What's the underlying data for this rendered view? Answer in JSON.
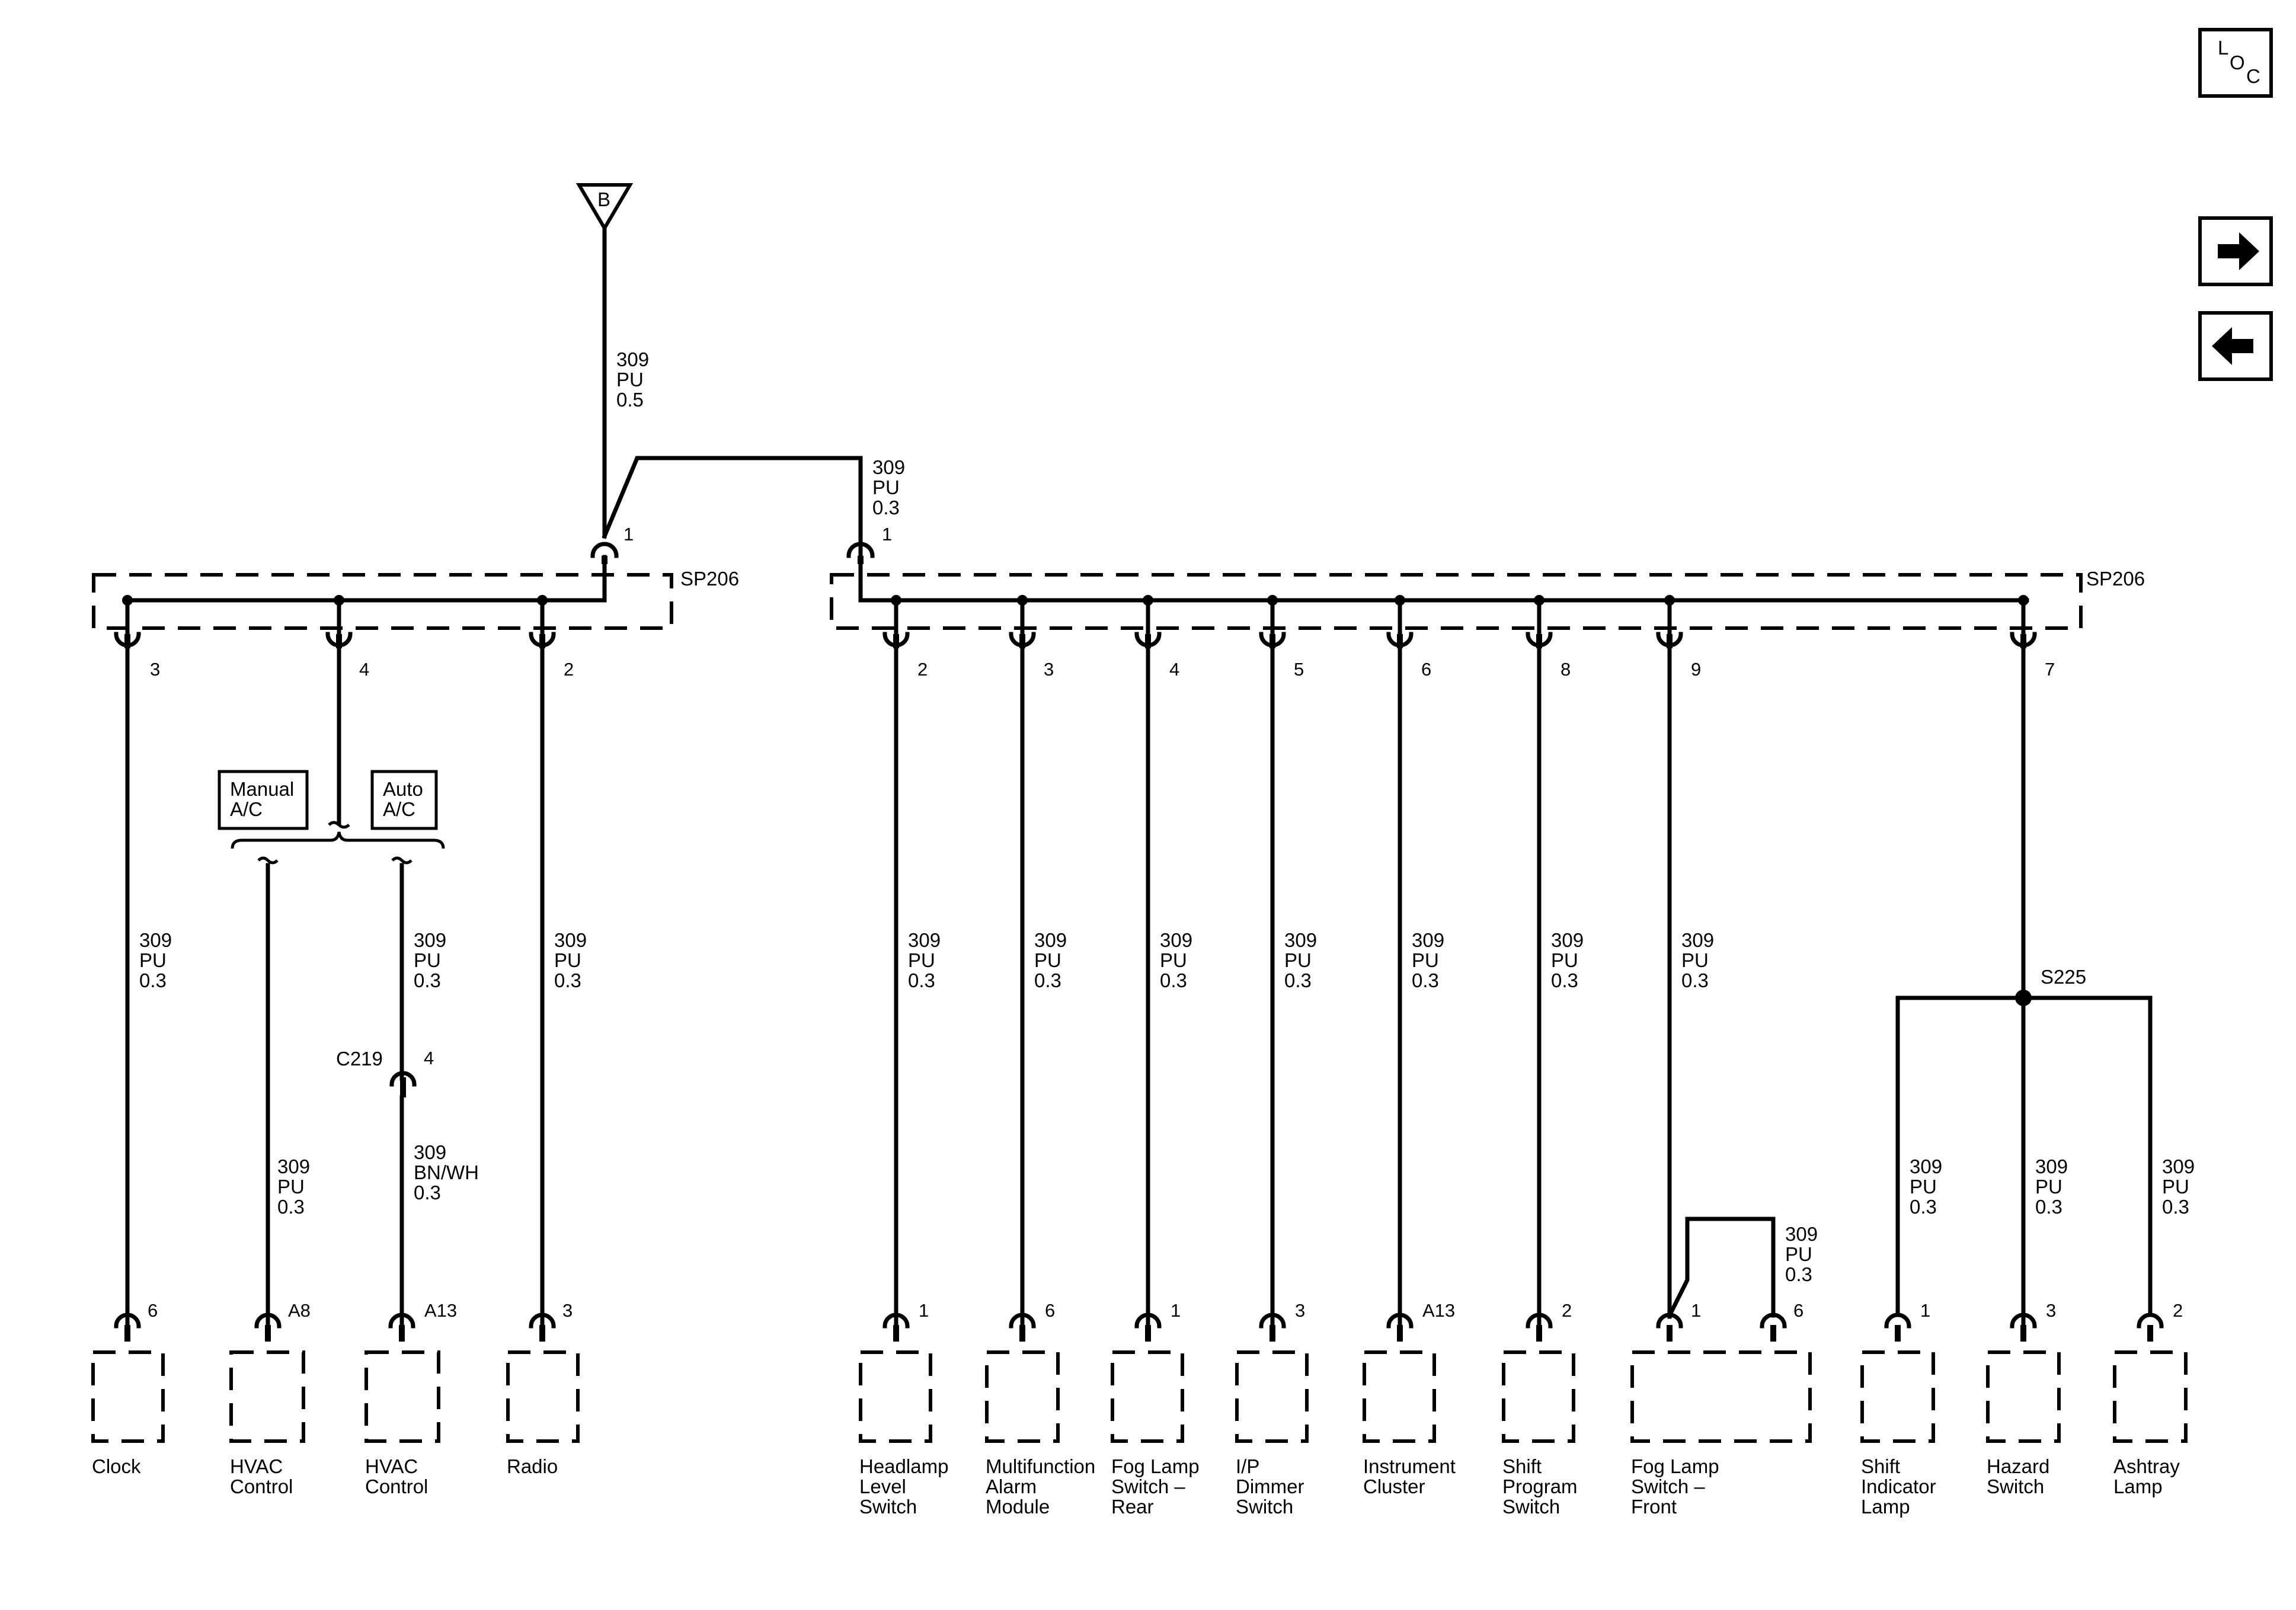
{
  "nav": {
    "loc": [
      "L",
      "O",
      "C"
    ],
    "next_icon": "arrow-right-icon",
    "prev_icon": "arrow-left-icon"
  },
  "source": {
    "label": "B"
  },
  "feed": {
    "circuit": "309",
    "color": "PU",
    "size": "0.5"
  },
  "right_feed": {
    "circuit": "309",
    "color": "PU",
    "size": "0.3"
  },
  "splice_left": {
    "name": "SP206",
    "in_pin": "1"
  },
  "splice_right": {
    "name": "SP206",
    "in_pin": "1"
  },
  "hvac_option": {
    "manual": [
      "Manual",
      "A/C"
    ],
    "auto": [
      "Auto",
      "A/C"
    ]
  },
  "connector_c219": {
    "name": "C219",
    "pin": "4"
  },
  "splice_s225": {
    "name": "S225"
  },
  "left_branches": [
    {
      "out_pin": "3",
      "circuit": "309",
      "color": "PU",
      "size": "0.3",
      "dev_pin": "6",
      "device": [
        "Clock"
      ]
    },
    {
      "out_pin": "4",
      "circuit": "309",
      "color": "PU",
      "size": "0.3",
      "dev_pin": "A8",
      "device": [
        "HVAC",
        "Control"
      ]
    },
    {
      "circuit": "309",
      "color": "PU",
      "size": "0.3",
      "circuit2": "309",
      "color2": "BN/WH",
      "size2": "0.3",
      "dev_pin": "A13",
      "device": [
        "HVAC",
        "Control"
      ]
    },
    {
      "out_pin": "2",
      "circuit": "309",
      "color": "PU",
      "size": "0.3",
      "dev_pin": "3",
      "device": [
        "Radio"
      ]
    }
  ],
  "right_branches": [
    {
      "out_pin": "2",
      "circuit": "309",
      "color": "PU",
      "size": "0.3",
      "dev_pin": "1",
      "device": [
        "Headlamp",
        "Level",
        "Switch"
      ]
    },
    {
      "out_pin": "3",
      "circuit": "309",
      "color": "PU",
      "size": "0.3",
      "dev_pin": "6",
      "device": [
        "Multifunction",
        "Alarm",
        "Module"
      ]
    },
    {
      "out_pin": "4",
      "circuit": "309",
      "color": "PU",
      "size": "0.3",
      "dev_pin": "1",
      "device": [
        "Fog Lamp",
        "Switch –",
        "Rear"
      ]
    },
    {
      "out_pin": "5",
      "circuit": "309",
      "color": "PU",
      "size": "0.3",
      "dev_pin": "3",
      "device": [
        "I/P",
        "Dimmer",
        "Switch"
      ]
    },
    {
      "out_pin": "6",
      "circuit": "309",
      "color": "PU",
      "size": "0.3",
      "dev_pin": "A13",
      "device": [
        "Instrument",
        "Cluster"
      ]
    },
    {
      "out_pin": "8",
      "circuit": "309",
      "color": "PU",
      "size": "0.3",
      "dev_pin": "2",
      "device": [
        "Shift",
        "Program",
        "Switch"
      ]
    },
    {
      "out_pin": "9",
      "circuit": "309",
      "color": "PU",
      "size": "0.3",
      "dev_pin": "1",
      "dev_pin2": "6",
      "jumper_circuit": "309",
      "jumper_color": "PU",
      "jumper_size": "0.3",
      "device": [
        "Fog Lamp",
        "Switch –",
        "Front"
      ]
    },
    {
      "out_pin": "7",
      "circuit": "",
      "color": "",
      "size": ""
    }
  ],
  "s225_branches": [
    {
      "circuit": "309",
      "color": "PU",
      "size": "0.3",
      "dev_pin": "1",
      "device": [
        "Shift",
        "Indicator",
        "Lamp"
      ]
    },
    {
      "circuit": "309",
      "color": "PU",
      "size": "0.3",
      "dev_pin": "3",
      "device": [
        "Hazard",
        "Switch"
      ]
    },
    {
      "circuit": "309",
      "color": "PU",
      "size": "0.3",
      "dev_pin": "2",
      "device": [
        "Ashtray",
        "Lamp"
      ]
    }
  ]
}
